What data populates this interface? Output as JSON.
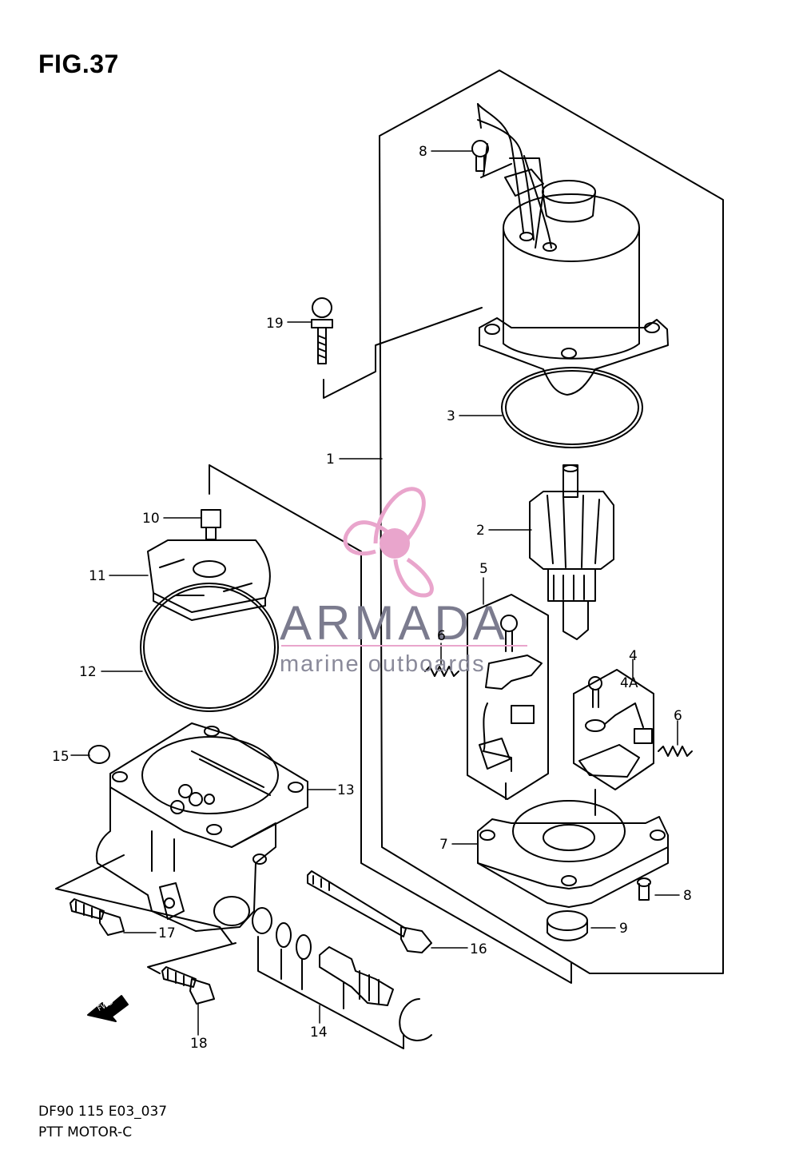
{
  "figure": {
    "title": "FIG.37"
  },
  "footer": {
    "code": "DF90 115 E03_037",
    "name": "PTT MOTOR-C"
  },
  "watermark": {
    "brand": "ARMADA",
    "tagline": "marine outboards",
    "color": "#e9a5cc"
  },
  "callouts": {
    "c1": "1",
    "c2": "2",
    "c3": "3",
    "c4": "4",
    "c4a": "4A",
    "c5": "5",
    "c6a": "6",
    "c6b": "6",
    "c7": "7",
    "c8a": "8",
    "c8b": "8",
    "c9": "9",
    "c10": "10",
    "c11": "11",
    "c12": "12",
    "c13": "13",
    "c14": "14",
    "c15": "15",
    "c16": "16",
    "c17": "17",
    "c18": "18",
    "c19": "19"
  },
  "direction_arrow": {
    "label": "FWD"
  }
}
